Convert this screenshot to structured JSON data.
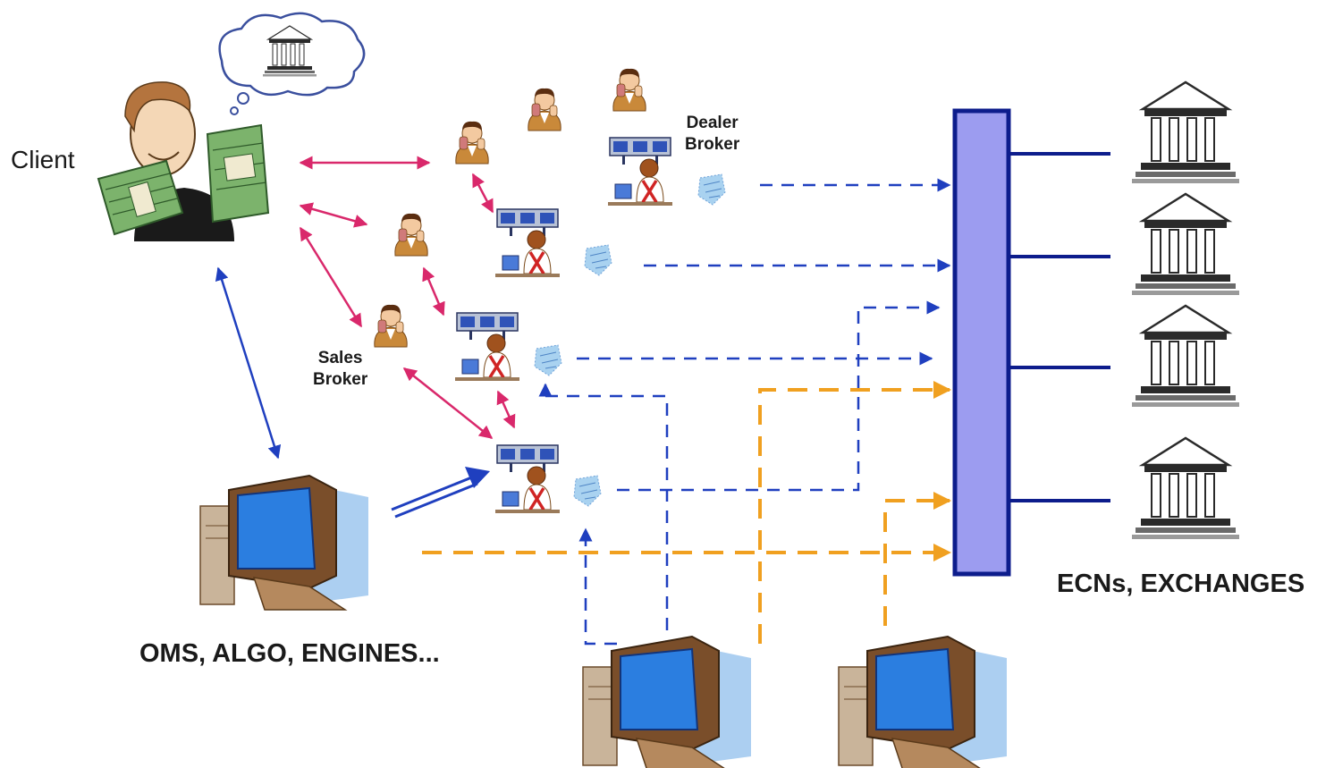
{
  "labels": {
    "client": "Client",
    "dealer_line1": "Dealer",
    "dealer_line2": "Broker",
    "sales_line1": "Sales",
    "sales_line2": "Broker",
    "oms": "OMS, ALGO, ENGINES...",
    "ecns": "ECNs, EXCHANGES"
  },
  "colors": {
    "voice_link": "#d9286b",
    "electronic_link": "#1f3fbf",
    "direct_access": "#f0a020",
    "ecn_bus_fill": "#9c9cf0",
    "ecn_bus_border": "#0d1d8c",
    "exchange_line": "#0d1d8c"
  },
  "icons": {
    "client": "client-with-money-icon",
    "thought": "thought-bubble-bank-icon",
    "sales_broker": "phone-person-icon",
    "dealer_broker": "trader-desk-icon",
    "phone": "phone-handset-icon",
    "computer": "computer-workstation-icon",
    "exchange": "bank-building-icon"
  }
}
